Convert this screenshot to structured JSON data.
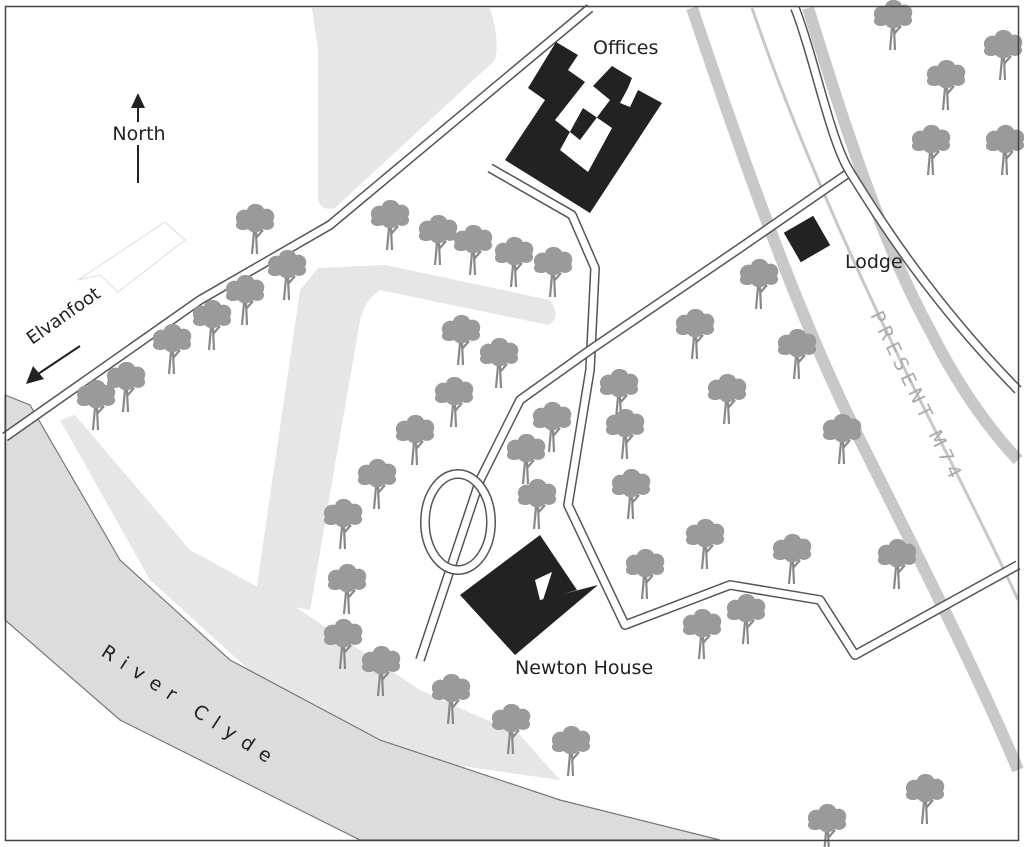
{
  "map": {
    "labels": {
      "north": "North",
      "elvanfoot": "Elvanfoot",
      "offices": "Offices",
      "lodge": "Lodge",
      "motorway": "PRESENT M74",
      "river": "River Clyde",
      "newton_house": "Newton House"
    },
    "colors": {
      "building": "#222222",
      "tree": "#9a9a9a",
      "field": "#e6e6e6",
      "motorway": "#c8c8c8"
    }
  }
}
